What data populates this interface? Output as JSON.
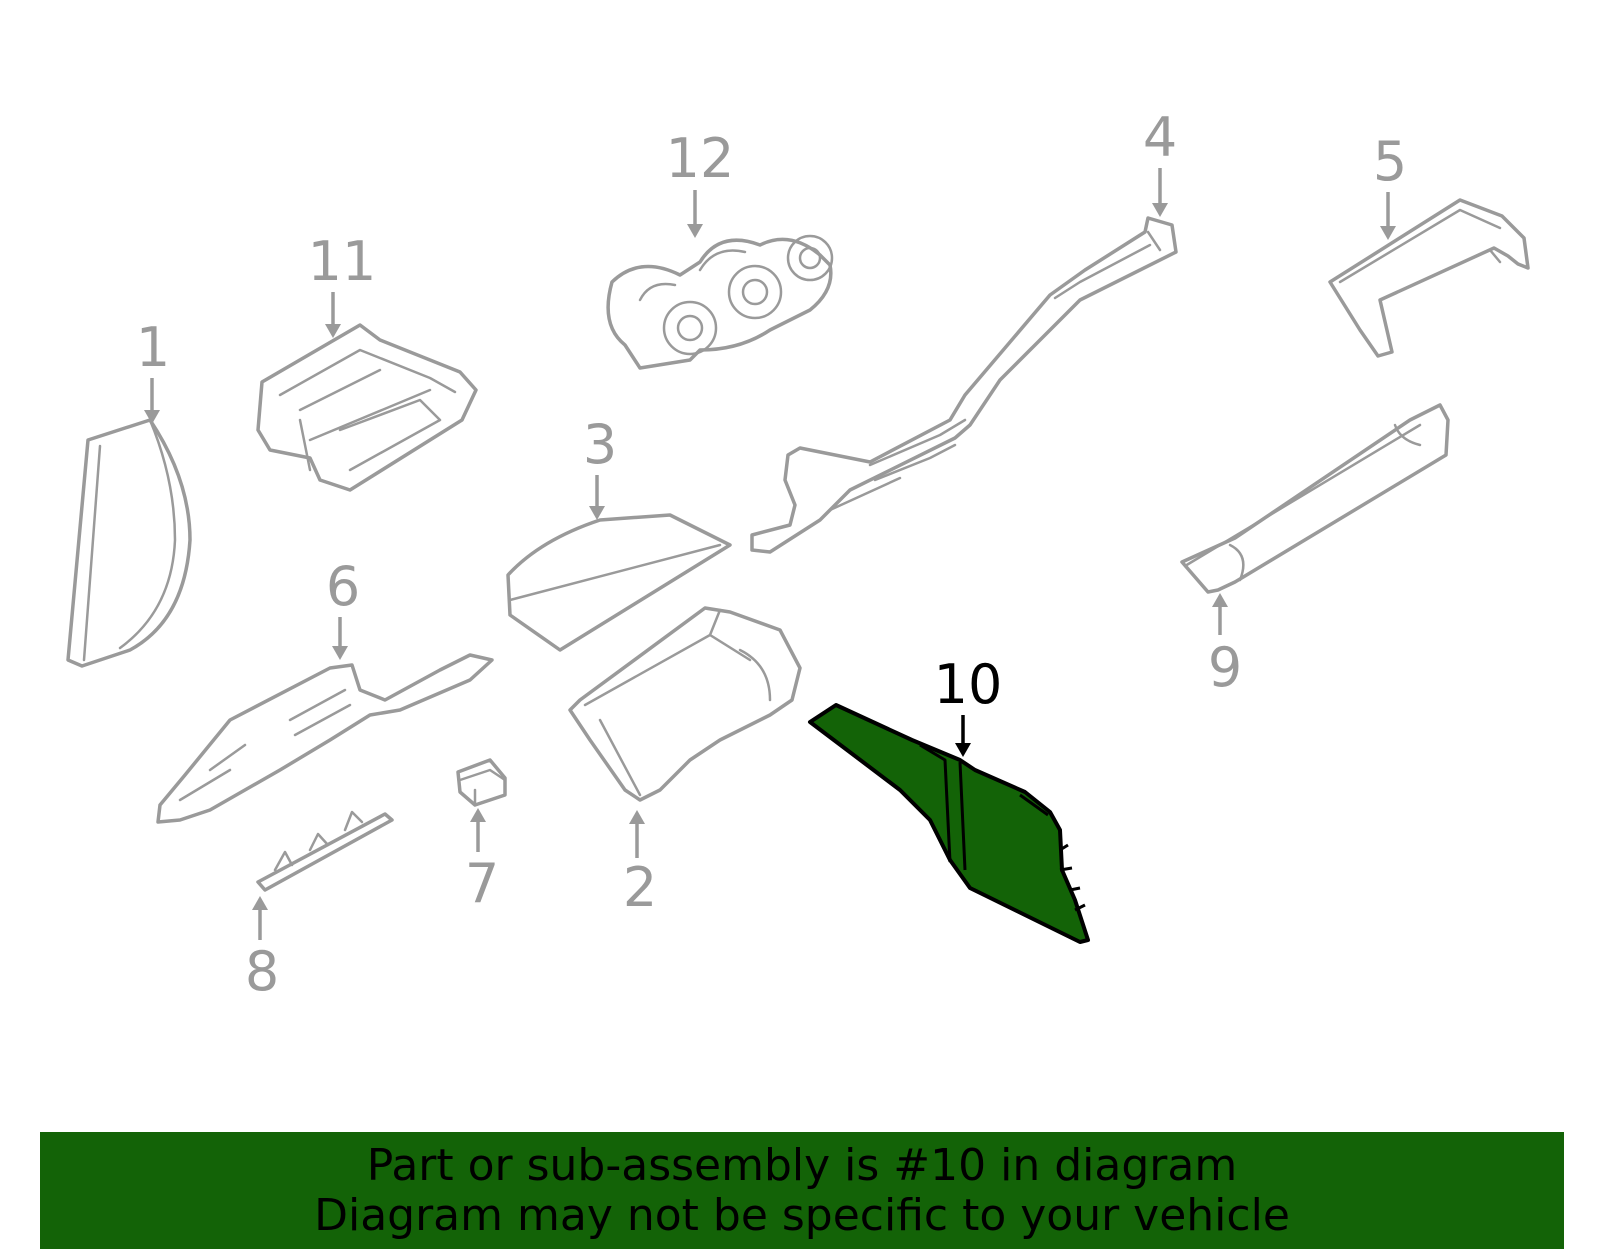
{
  "callouts": [
    {
      "id": "1",
      "label": "1",
      "highlighted": false
    },
    {
      "id": "2",
      "label": "2",
      "highlighted": false
    },
    {
      "id": "3",
      "label": "3",
      "highlighted": false
    },
    {
      "id": "4",
      "label": "4",
      "highlighted": false
    },
    {
      "id": "5",
      "label": "5",
      "highlighted": false
    },
    {
      "id": "6",
      "label": "6",
      "highlighted": false
    },
    {
      "id": "7",
      "label": "7",
      "highlighted": false
    },
    {
      "id": "8",
      "label": "8",
      "highlighted": false
    },
    {
      "id": "9",
      "label": "9",
      "highlighted": false
    },
    {
      "id": "10",
      "label": "10",
      "highlighted": true
    },
    {
      "id": "11",
      "label": "11",
      "highlighted": false
    },
    {
      "id": "12",
      "label": "12",
      "highlighted": false
    }
  ],
  "banner": {
    "line1": "Part or sub-assembly is #10 in diagram",
    "line2": "Diagram may not be specific to your vehicle"
  },
  "colors": {
    "highlight_fill": "#136307",
    "part_outline": "#9a9a9a",
    "highlight_text": "#000000"
  }
}
